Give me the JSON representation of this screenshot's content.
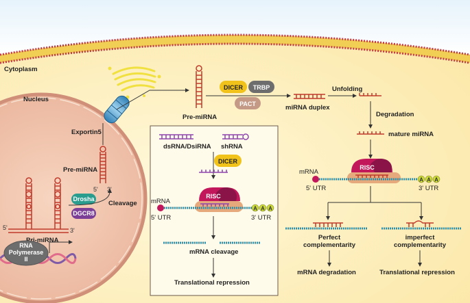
{
  "regions": {
    "cytoplasm": "Cytoplasm",
    "nucleus": "Nucleus"
  },
  "nucleus": {
    "exportin": "Exportin5",
    "pre_mirna": "Pre-miRNA",
    "pri_mirna": "Pri-miRNA",
    "cleavage": "Cleavage",
    "drosha": "Drosha",
    "dgcr8": "DGCR8",
    "polymerase_line1": "RNA",
    "polymerase_line2": "Polymerase",
    "polymerase_line3": "II",
    "five_prime": "5'",
    "three_prime": "3'"
  },
  "top_path": {
    "pre_mirna": "Pre-miRNA",
    "dicer": "DICER",
    "trbp": "TRBP",
    "pact": "PACT",
    "duplex": "miRNA duplex",
    "unfolding": "Unfolding",
    "degradation": "Degradation",
    "mature": "mature miRNA"
  },
  "box": {
    "dsrna": "dsRNA/DsiRNA",
    "shrna": "shRNA",
    "dicer": "DICER",
    "risc": "RISC",
    "mrna": "mRNA",
    "utr5": "5' UTR",
    "utr3": "3' UTR",
    "poly_a": "A",
    "cleavage": "mRNA cleavage",
    "repression": "Translational repression"
  },
  "right": {
    "mrna": "mRNA",
    "risc": "RISC",
    "utr5": "5' UTR",
    "utr3": "3' UTR",
    "poly_a": "A",
    "perfect1": "Perfect",
    "perfect2": "complementarity",
    "imperfect1": "imperfect",
    "imperfect2": "complementarity",
    "degradation": "mRNA degradation",
    "repression": "Translational repression"
  },
  "colors": {
    "membrane": "#e8c040",
    "membrane_dot": "#c03a4a",
    "cytoplasm": "#fdf3c8",
    "nucleus_fill": "#f2c7ad",
    "nucleus_edge": "#d99a86",
    "rna": "#c0392b",
    "mrna": "#2f8fa8",
    "dicer": "#f0c21a",
    "trbp": "#6d6d6d",
    "pact": "#c49a86",
    "risc": "#c2185b",
    "risc_base": "#e5a97b",
    "drosha": "#2a9d8f",
    "dgcr8": "#7b3f98",
    "poly_a": "#cddc39",
    "cap": "#c2185b"
  }
}
